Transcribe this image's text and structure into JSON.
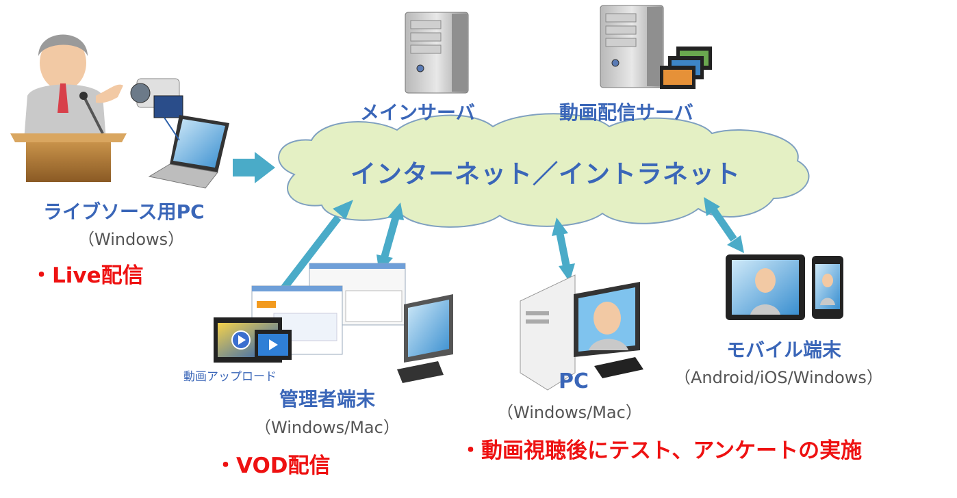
{
  "network": {
    "label": "インターネット／イントラネット"
  },
  "servers": {
    "main": {
      "label": "メインサーバ"
    },
    "video": {
      "label": "動画配信サーバ"
    }
  },
  "live_pc": {
    "label": "ライブソース用PC",
    "os": "（Windows）"
  },
  "admin": {
    "label": "管理者端末",
    "os": "（Windows/Mac）",
    "upload": "動画アップロード"
  },
  "viewer_pc": {
    "label": "PC",
    "os": "（Windows/Mac）"
  },
  "mobile": {
    "label": "モバイル端末",
    "os": "（Android/iOS/Windows）"
  },
  "features": {
    "live": "・Live配信",
    "vod": "・VOD配信",
    "test": "・動画視聴後にテスト、アンケートの実施"
  },
  "colors": {
    "cloud": "#e4f0c4",
    "arrow": "#4aabc8",
    "label": "#3a66b8",
    "accent": "#ee1111"
  }
}
